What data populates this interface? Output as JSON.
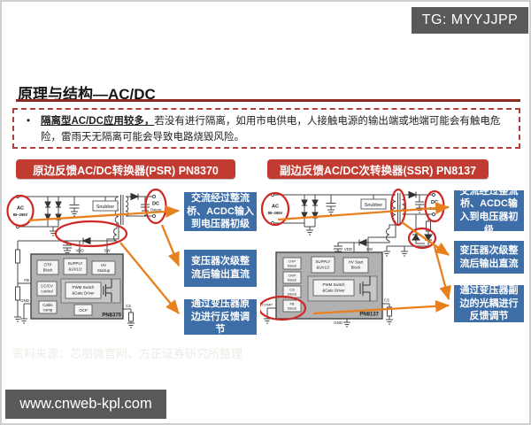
{
  "badges": {
    "tg": "TG: MYYJJPP",
    "site": "www.cnweb-kpl.com"
  },
  "title": "原理与结构—AC/DC",
  "note": {
    "bullet": "•",
    "lead": "隔离型AC/DC应用较多，",
    "rest": "若没有进行隔离，如用市电供电，人接触电源的输出端或地端可能会有触电危险，雷雨天无隔离可能会导致电路烧毁风险。"
  },
  "source_note": "资料来源：芯朋微官网、方正证券研究所整理",
  "colors": {
    "banner_red": "#c23b31",
    "callout_blue": "#3e6ea8",
    "arrow_orange": "#e8801d",
    "highlight_red": "#cf2824",
    "title_rule_maroon": "#8e2a24"
  },
  "psr": {
    "banner": "原边反馈AC/DC转换器(PSR) PN8370",
    "chip": "PN8370",
    "ac": "AC",
    "ac_range": "85~265V",
    "snubber": "Snubber",
    "dc": "DC",
    "dc_out": "Output",
    "vdd": "VDD",
    "sw": "SW",
    "fb": "FB",
    "gnd": "GND",
    "cs": "CS",
    "blk_otp": [
      "OTP",
      "Block"
    ],
    "blk_supply": [
      "SUPPLY",
      "&UVLO"
    ],
    "blk_hv": [
      "HV",
      "Startup"
    ],
    "blk_cccv": [
      "CC/CV",
      "control"
    ],
    "blk_pwm": [
      "PWM Switch",
      "&Gate Driver"
    ],
    "blk_cable": [
      "Cable",
      "comp"
    ],
    "blk_ocp": "OCP",
    "callouts": [
      "交流经过整流桥、ACDC输入到电压器初级",
      "变压器次级整流后输出直流",
      "通过变压器原边进行反馈调节"
    ]
  },
  "ssr": {
    "banner": "副边反馈AC/DC次转换器(SSR) PN8137",
    "chip": "PN8137",
    "ac": "AC",
    "ac_range": "85~265V",
    "snubber": "Snubber",
    "dc": "DC",
    "dc_out": "Output",
    "vdd": "VDD",
    "sw": "SW",
    "comp": "COMP",
    "gnd": "GND",
    "cs": "CS",
    "blk_otp": [
      "OTP",
      "Block"
    ],
    "blk_ovp": [
      "OVP",
      "Block"
    ],
    "blk_cs": [
      "CS",
      "Block"
    ],
    "blk_fb": [
      "FB",
      "Block"
    ],
    "blk_supply": [
      "SUPPLY",
      "&UVLO"
    ],
    "blk_hv": [
      "HV Start",
      "Block"
    ],
    "blk_pwm": [
      "PWM Switch",
      "&Gate Driver"
    ],
    "callouts": [
      "交流经过整流桥、ACDC输入到电压器初级",
      "变压器次级整流后输出直流",
      "通过变压器副边的光耦进行反馈调节"
    ]
  }
}
